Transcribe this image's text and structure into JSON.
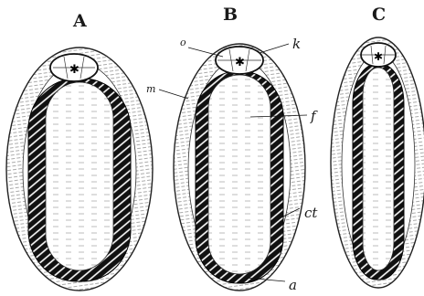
{
  "panels": [
    {
      "letter": "A"
    },
    {
      "letter": "B"
    },
    {
      "letter": "C"
    }
  ],
  "callouts": {
    "o": "o",
    "k": "k",
    "m": "m",
    "f": "f",
    "ct": "ct",
    "a": "a"
  },
  "colors": {
    "ink": "#1a1a1a",
    "paper": "#ffffff"
  }
}
